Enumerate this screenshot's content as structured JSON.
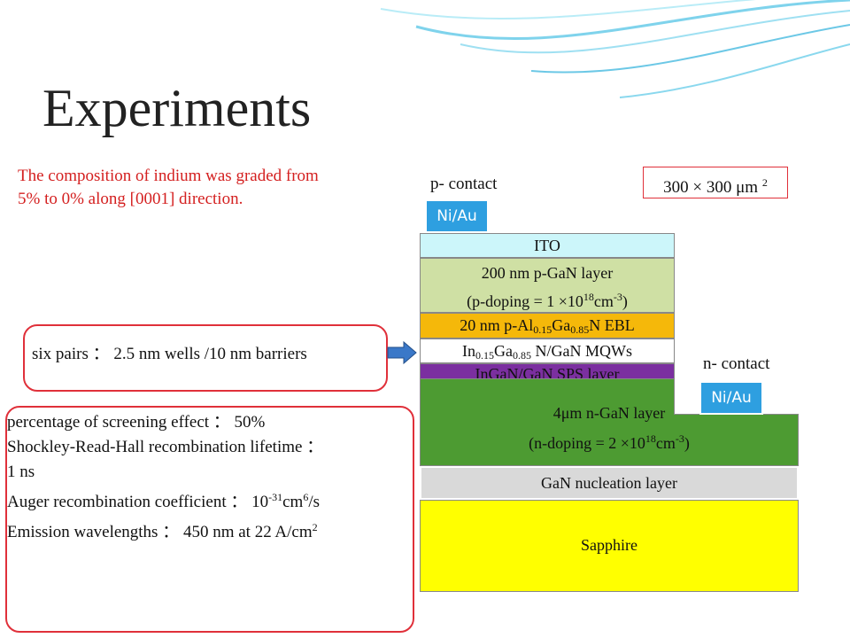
{
  "title": "Experiments",
  "note": "The composition of indium was graded from 5% to 0% along [0001] direction.",
  "p_contact_label": "p- contact",
  "n_contact_label": "n- contact",
  "contact_metal": "Ni/Au",
  "area": {
    "prefix": "300 × 300 μm ",
    "exp": "2"
  },
  "wells_note": "six pairs ： 2.5 nm wells /10 nm barriers",
  "layers": {
    "ito": "ITO",
    "pgan_line1": "200 nm p-GaN layer",
    "pgan_line2_pre": "(p-doping  = 1 ×10",
    "pgan_exp": "18",
    "pgan_unit": "cm",
    "pgan_unit_exp": "-3",
    "pgan_close": ")",
    "ebl": {
      "pre": "20 nm p-Al",
      "al": "0.15",
      "ga": "Ga",
      "ga_sub": "0.85",
      "post": "N EBL"
    },
    "mqw": {
      "pre": "In",
      "in_sub": "0.15",
      "ga": "Ga",
      "ga_sub": "0.85",
      "post": " N/GaN MQWs"
    },
    "sps": "InGaN/GaN SPS layer",
    "ngan_line1": "4μm  n-GaN layer",
    "ngan_line2_pre": "(n-doping  = 2 ×10",
    "ngan_exp": "18",
    "ngan_unit": "cm",
    "ngan_unit_exp": "-3",
    "ngan_close": ")",
    "nucleation": "GaN nucleation layer",
    "sapphire": "Sapphire"
  },
  "params": {
    "screening": " percentage of screening effect ： 50%",
    "srh": "Shockley-Read-Hall recombination lifetime  ：",
    "srh_value": "1 ns",
    "auger_pre": "Auger recombination coefficient  ：  10",
    "auger_exp": "-31",
    "auger_mid": "cm",
    "auger_exp2": "6",
    "auger_post": "/s",
    "emission_pre": "Emission wavelengths  ：  450 nm at 22 A/cm",
    "emission_exp": "2"
  },
  "colors": {
    "note_red": "#d42020",
    "ito": "#ccf6fa",
    "pgan": "#cfe0a4",
    "ebl": "#f5b80a",
    "sps": "#7b2fa0",
    "ngan": "#4d9b32",
    "nucleation": "#d9d9d9",
    "sapphire": "#ffff00",
    "contact": "#2e9fe0"
  }
}
